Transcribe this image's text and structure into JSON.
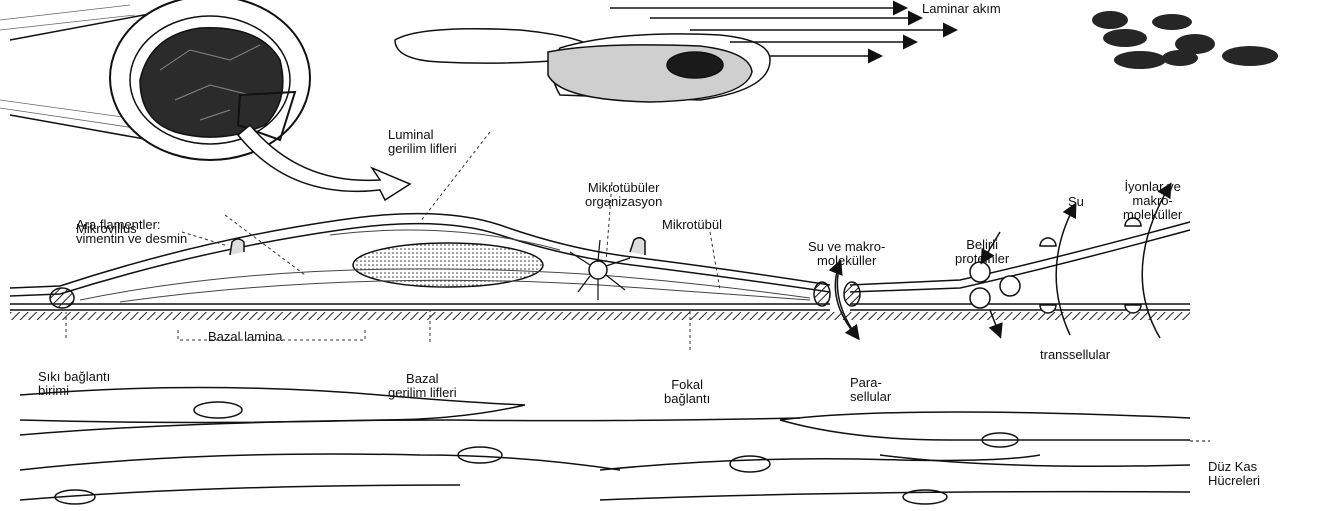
{
  "labels": {
    "laminar_flow": "Laminar akım",
    "luminal_stress_fibers": [
      "Luminal",
      "gerilim lifleri"
    ],
    "intermediate_filaments": [
      "Ara flamentler:",
      "vimentin ve desmin"
    ],
    "microvillus": "Mikrovillus",
    "mt_organization": [
      "Mikrotübüler",
      "organizasyon"
    ],
    "microtubule": "Mikrotübül",
    "water_macro": [
      "Su ve makro-",
      "moleküller"
    ],
    "specific_proteins": [
      "Belirli",
      "proteinler"
    ],
    "water": "Su",
    "ions_macro": [
      "İyonlar ve",
      "makro-",
      "moleküller"
    ],
    "tight_junction": [
      "Sıkı bağlantı",
      "birimi"
    ],
    "basal_lamina": "Bazal lamina",
    "basal_stress_fibers": [
      "Bazal",
      "gerilim lifleri"
    ],
    "focal_adhesion": [
      "Fokal",
      "bağlantı"
    ],
    "paracellular": [
      "Para-",
      "sellular"
    ],
    "transcellular": "transsellular",
    "smooth_muscle": [
      "Düz Kas",
      "Hücreleri"
    ]
  },
  "colors": {
    "ink": "#111111",
    "nucleus_fill": "#bdbdbd",
    "cell_fill": "#d6d6d6",
    "rbc": "#2a2a2a"
  }
}
